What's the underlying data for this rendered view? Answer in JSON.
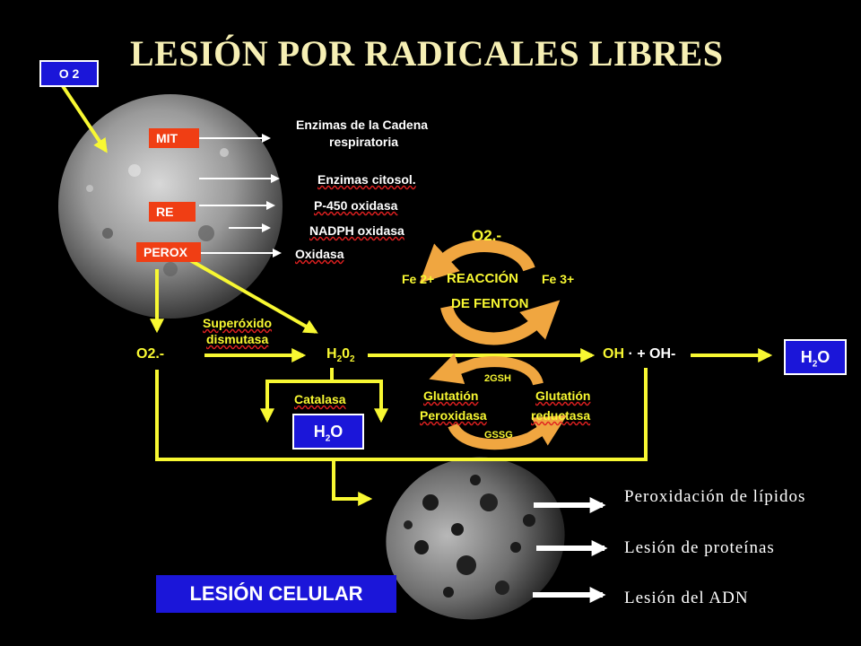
{
  "title": "LESIÓN POR RADICALES LIBRES",
  "o2_box": "O 2",
  "organelles": {
    "mit": "MIT",
    "re": "RE",
    "perox": "PEROX"
  },
  "sources": {
    "cadena_1": "Enzimas de la Cadena",
    "cadena_2": "respiratoria",
    "citosol": "Enzimas citosol.",
    "p450": "P-450 oxidasa",
    "nadph": "NADPH oxidasa",
    "oxidasa": "Oxidasa"
  },
  "fenton": {
    "o2": "O2.-",
    "fe2": "Fe 2+",
    "fe3": "Fe 3+",
    "line1": "REACCIÓN",
    "line2": "DE FENTON"
  },
  "pathway": {
    "superoxide": "O2.-",
    "sod_1": "Superóxido",
    "sod_2": "dismutasa",
    "h2o2_main": "H",
    "h2o2_sub1": "2",
    "h2o2_o": "0",
    "h2o2_sub2": "2",
    "oh": "OH",
    "oh_rest": "· + OH-",
    "catalasa": "Catalasa",
    "water_h": "H",
    "water_sub": "2",
    "water_o": "O"
  },
  "glutathione": {
    "gsh": "2GSH",
    "gssg": "GSSG",
    "perox_1": "Glutatión",
    "perox_2": "Peroxidasa",
    "red_1": "Glutatión",
    "red_2": "reductasa"
  },
  "damage": {
    "lipids": "Peroxidación de lípidos",
    "proteins": "Lesión de proteínas",
    "dna": "Lesión del ADN"
  },
  "cell_damage_label": "LESIÓN CELULAR",
  "colors": {
    "yellow": "#f8f832",
    "orange": "#f0a640",
    "blue_box": "#1b16d9",
    "red_box": "#f03e14"
  }
}
